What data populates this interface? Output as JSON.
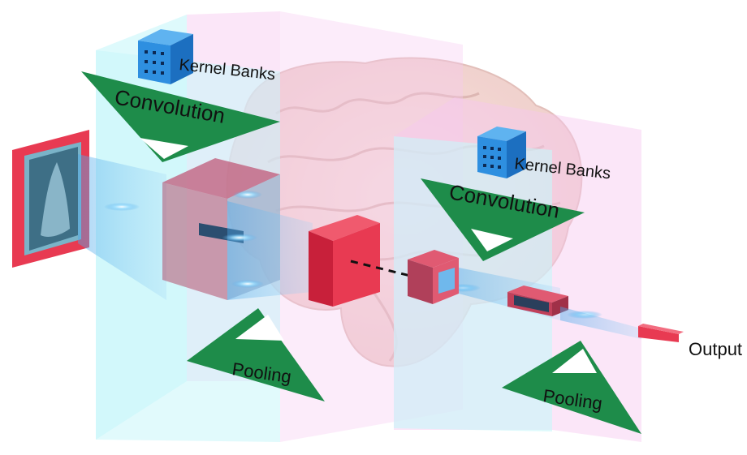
{
  "stage1": {
    "kernel_label": "Kernel Banks",
    "conv_label": "Convolution",
    "pool_label": "Pooling"
  },
  "stage2": {
    "kernel_label": "Kernel Banks",
    "conv_label": "Convolution",
    "pool_label": "Pooling"
  },
  "output_label": "Output",
  "colors": {
    "panel_cyan": "#c8f6fa",
    "panel_pink": "#f7c8f0",
    "triangle_green": "#1e8c4a",
    "block_red": "#e83a52",
    "kernel_blue": "#2e8fe0",
    "beam_blue": "#6fb8ec"
  },
  "icons": [
    "brain-background",
    "xray-input-image",
    "kernel-bank-cube"
  ]
}
